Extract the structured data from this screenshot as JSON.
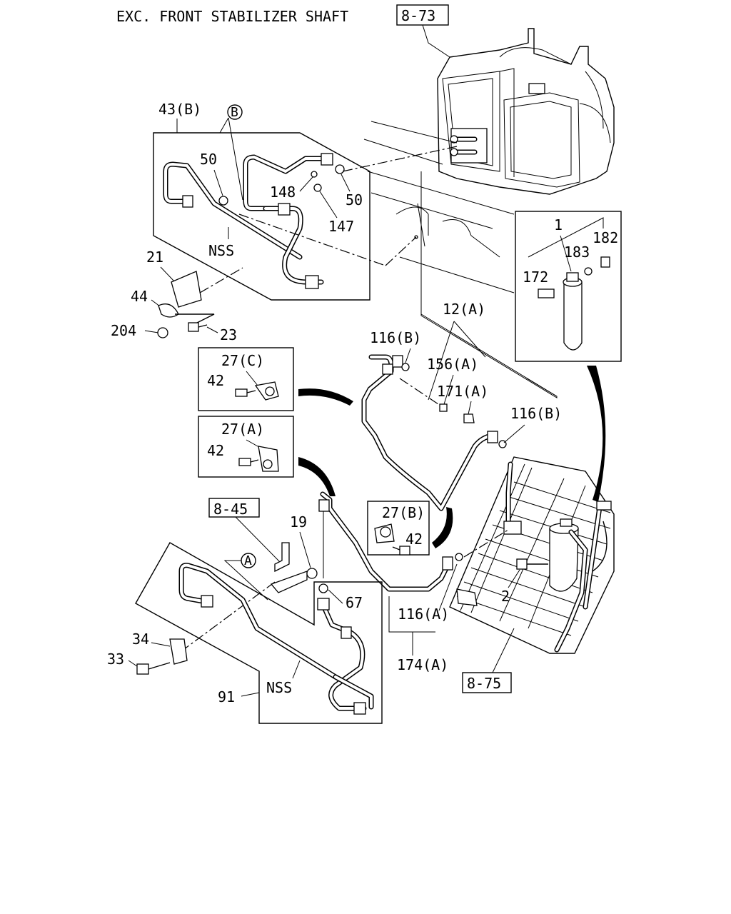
{
  "title": "EXC. FRONT STABILIZER SHAFT",
  "refs": {
    "r873": "8-73",
    "r845": "8-45",
    "r875": "8-75"
  },
  "callouts": {
    "c43b": "43(B)",
    "cB": "B",
    "c50a": "50",
    "c148": "148",
    "c50b": "50",
    "c147": "147",
    "cNSS1": "NSS",
    "c21": "21",
    "c44": "44",
    "c204": "204",
    "c23": "23",
    "c1": "1",
    "c182": "182",
    "c183": "183",
    "c172": "172",
    "c12a": "12(A)",
    "c116b1": "116(B)",
    "c156a": "156(A)",
    "c171a": "171(A)",
    "c116b2": "116(B)",
    "c27c": "27(C)",
    "c42a": "42",
    "c27a": "27(A)",
    "c42b": "42",
    "c27b": "27(B)",
    "c42c": "42",
    "c19": "19",
    "cA": "A",
    "c67": "67",
    "c2": "2",
    "c116a": "116(A)",
    "c34": "34",
    "c33": "33",
    "cNSS2": "NSS",
    "c91": "91",
    "c174a": "174(A)"
  }
}
